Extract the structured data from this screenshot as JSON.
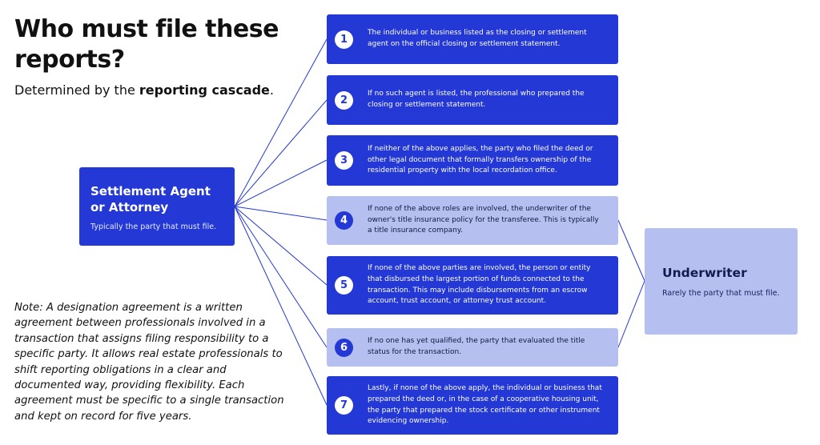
{
  "title": "Who must file these reports?",
  "subtitle": {
    "prefix": "Determined by the ",
    "bold": "reporting cascade",
    "suffix": "."
  },
  "hub": {
    "title": "Settlement Agent or Attorney",
    "subtitle": "Typically the party that must file."
  },
  "underwriter": {
    "title": "Underwriter",
    "subtitle": "Rarely the party that must file."
  },
  "note": "Note: A designation agreement is a written agreement between professionals involved in a transaction that assigns filing responsibility to a specific party. It allows real estate professionals to shift reporting obligations in a clear and documented way, providing flexibility. Each agreement must be specific to a single transaction and kept on record for five years.",
  "steps": [
    {
      "num": "1",
      "style": "dark",
      "text": "The individual or business listed as the closing or settlement agent on the official closing or settlement statement."
    },
    {
      "num": "2",
      "style": "dark",
      "text": "If no such agent is listed, the professional who prepared the closing or settlement statement."
    },
    {
      "num": "3",
      "style": "dark",
      "text": "If neither of the above applies, the party who filed the deed or other legal document that formally transfers ownership of the residential property with the local recordation office."
    },
    {
      "num": "4",
      "style": "light",
      "text": "If none of the above roles are involved, the underwriter of the owner's title insurance policy for the transferee. This is typically a title insurance company."
    },
    {
      "num": "5",
      "style": "dark",
      "text": "If none of the above parties are involved, the person or entity that disbursed the largest portion of funds connected to the transaction. This may include disbursements from an escrow account, trust account, or attorney trust account."
    },
    {
      "num": "6",
      "style": "light",
      "text": "If no one has yet qualified, the party that evaluated the title status for the transaction."
    },
    {
      "num": "7",
      "style": "dark",
      "text": "Lastly, if none of the above apply, the individual or business that prepared the deed or, in the case of a cooperative housing unit, the party that prepared the stock certificate or other instrument evidencing ownership."
    }
  ],
  "colors": {
    "primary": "#2338d4",
    "light": "#b5c0f1"
  }
}
